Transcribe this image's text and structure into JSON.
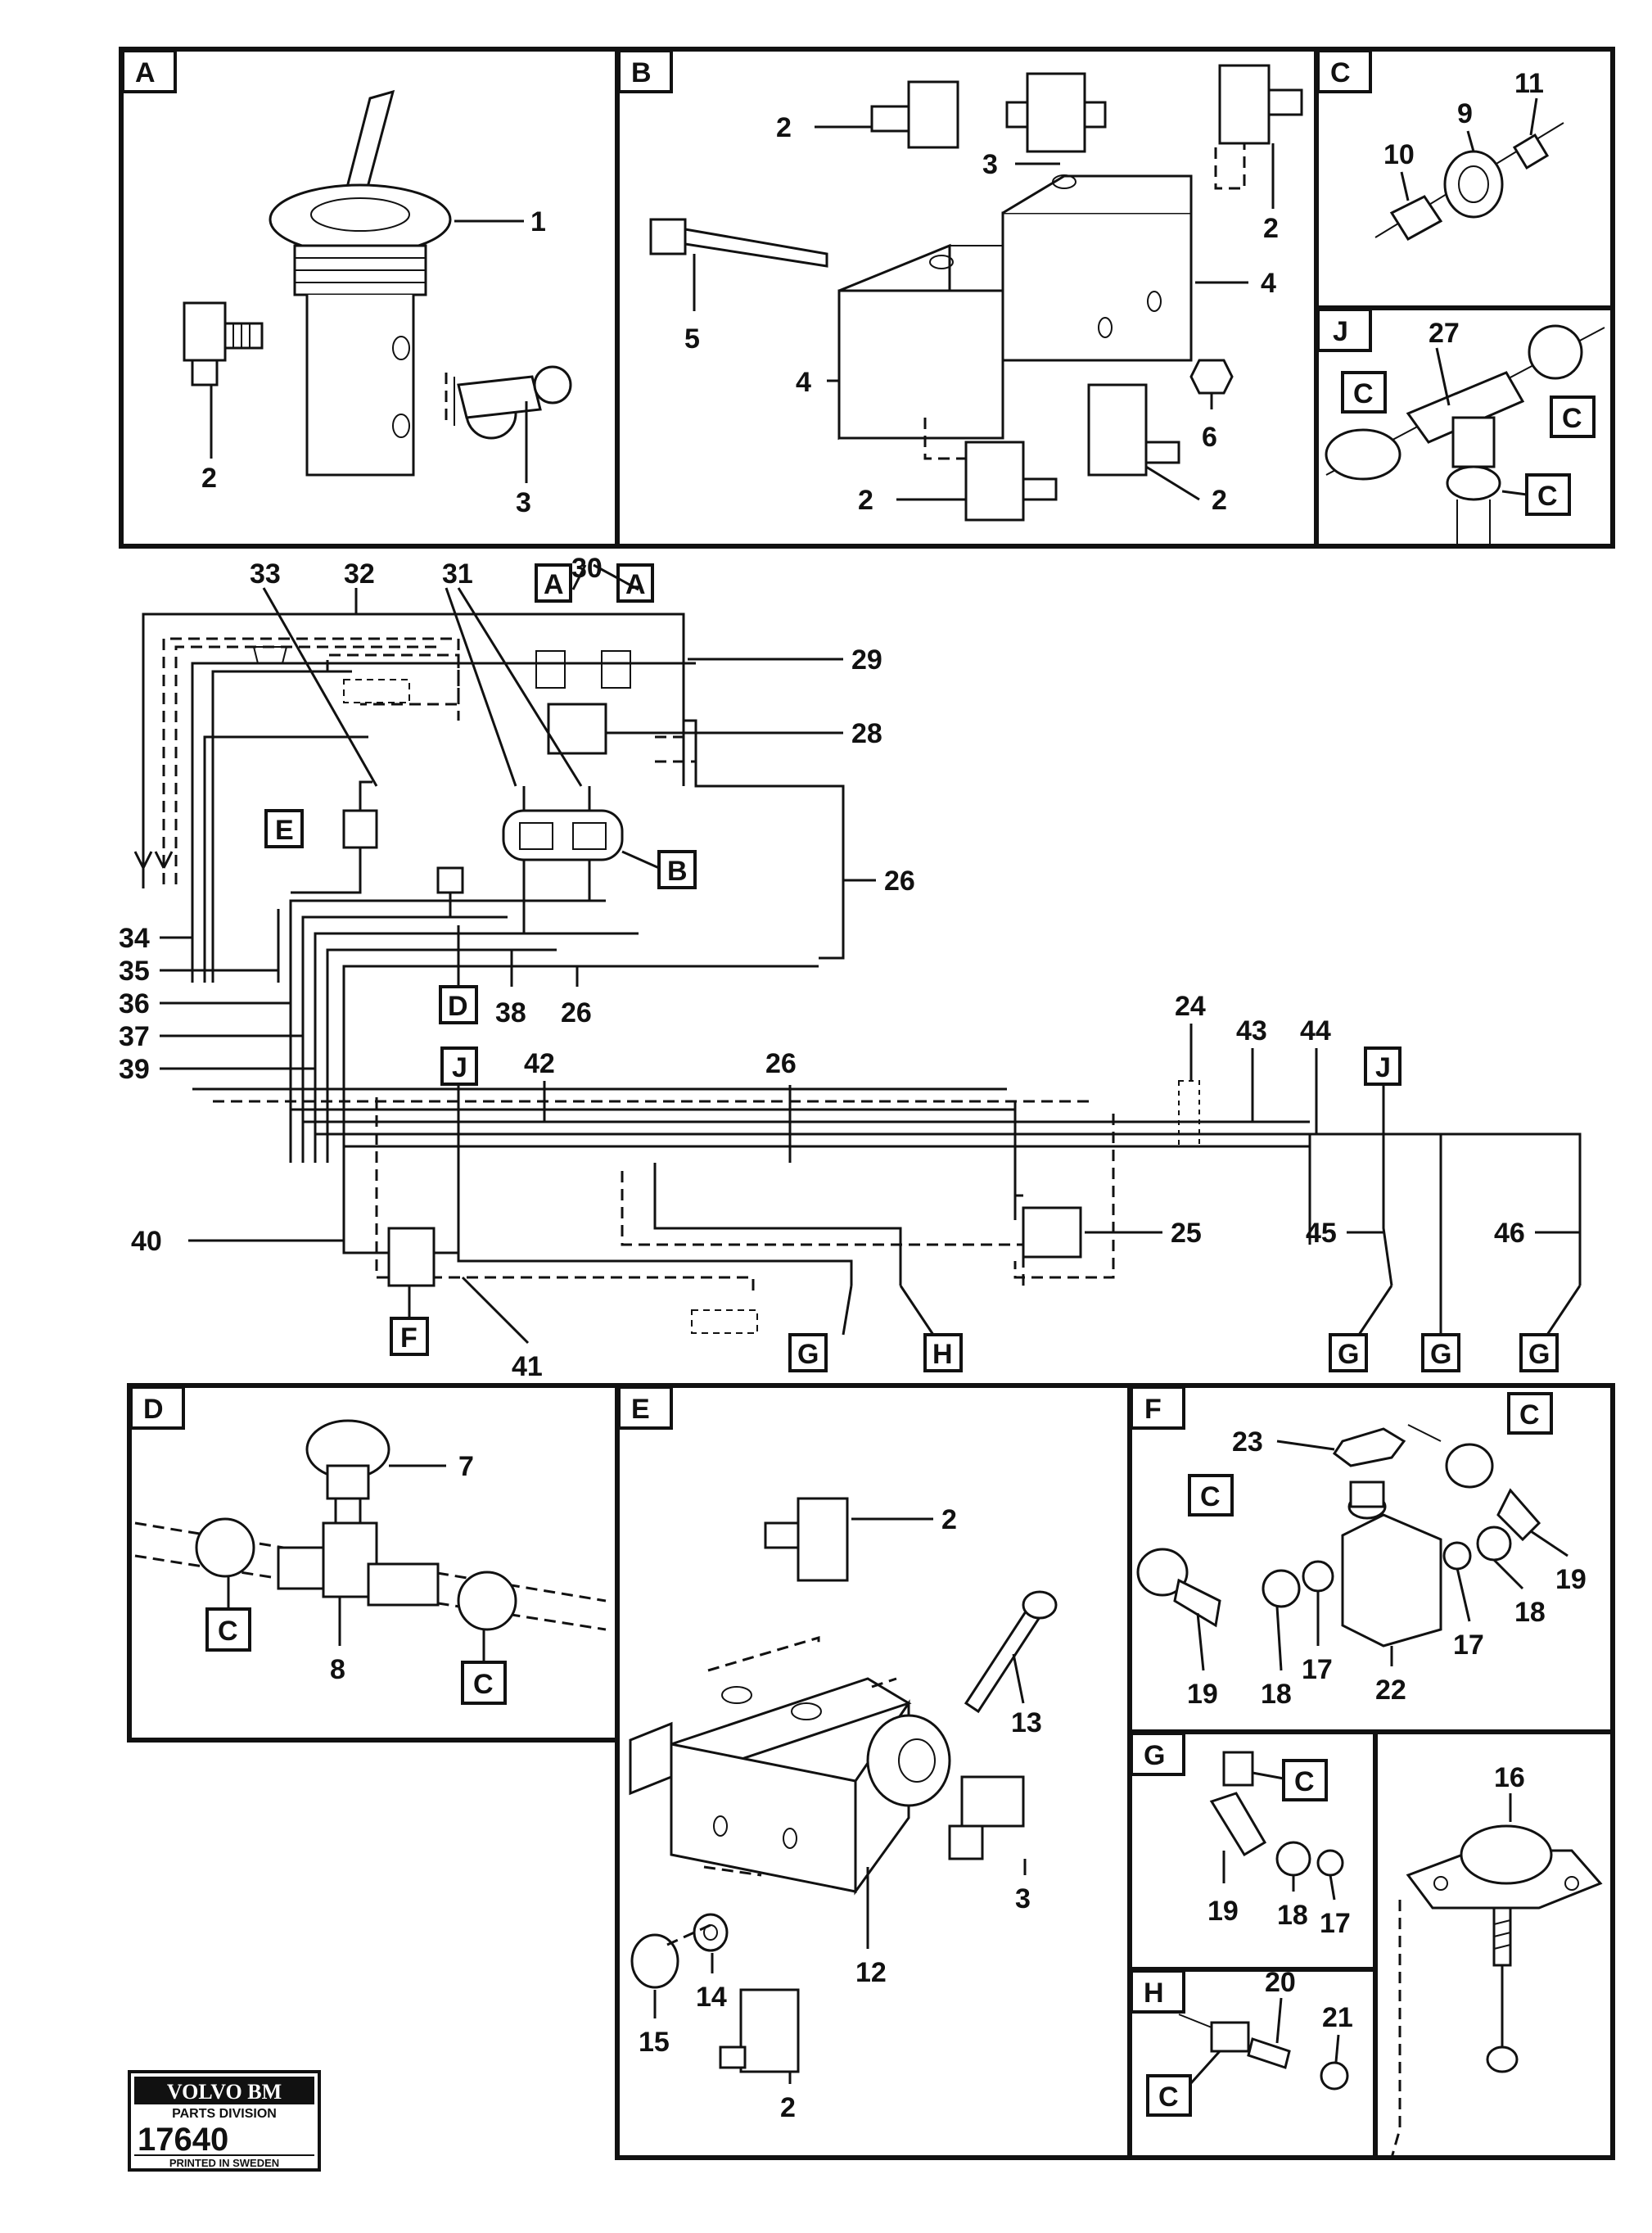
{
  "panel_labels": {
    "A": "A",
    "B": "B",
    "C": "C",
    "J": "J",
    "D": "D",
    "E": "E",
    "F": "F",
    "G": "G",
    "H": "H"
  },
  "callouts": {
    "n1": "1",
    "n2": "2",
    "n3": "3",
    "n4": "4",
    "n5": "5",
    "n6": "6",
    "n7": "7",
    "n8": "8",
    "n9": "9",
    "n10": "10",
    "n11": "11",
    "n12": "12",
    "n13": "13",
    "n14": "14",
    "n15": "15",
    "n16": "16",
    "n17": "17",
    "n18": "18",
    "n19": "19",
    "n20": "20",
    "n21": "21",
    "n22": "22",
    "n23": "23",
    "n24": "24",
    "n25": "25",
    "n26": "26",
    "n27": "27",
    "n28": "28",
    "n29": "29",
    "n30": "30",
    "n31": "31",
    "n32": "32",
    "n33": "33",
    "n34": "34",
    "n35": "35",
    "n36": "36",
    "n37": "37",
    "n38": "38",
    "n39": "39",
    "n40": "40",
    "n41": "41",
    "n42": "42",
    "n43": "43",
    "n44": "44",
    "n45": "45",
    "n46": "46"
  },
  "ref_tag": "C",
  "logo": {
    "brand": "VOLVO BM",
    "division": "PARTS DIVISION",
    "number": "17640",
    "printed": "PRINTED IN SWEDEN"
  }
}
